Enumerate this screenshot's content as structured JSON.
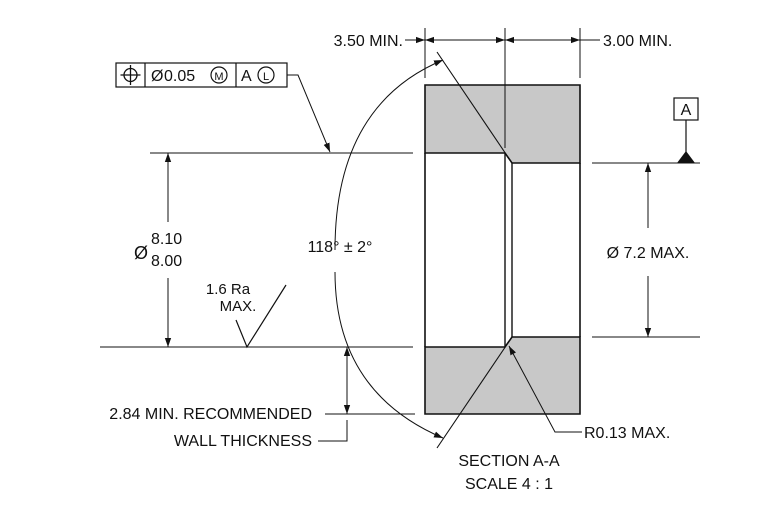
{
  "dims": {
    "top_left": "3.50 MIN.",
    "top_right": "3.00 MIN.",
    "dia_prefix": "Ø",
    "dia_upper": "8.10",
    "dia_lower": "8.00",
    "dia_right": "Ø 7.2 MAX.",
    "angle": "118° ± 2°",
    "radius": "R0.13 MAX."
  },
  "gdt": {
    "position_symbol": "⌖",
    "tolerance_prefix": "Ø",
    "tolerance_value": "0.05",
    "material_modifier": "M",
    "datum_ref": "A",
    "datum_modifier": "L"
  },
  "datum": {
    "label": "A"
  },
  "surface_finish": {
    "line1": "1.6 Ra",
    "line2": "MAX."
  },
  "wall_note": {
    "line1": "2.84 MIN. RECOMMENDED",
    "line2": "WALL THICKNESS"
  },
  "section": {
    "line1": "SECTION A-A",
    "line2": "SCALE 4 : 1"
  },
  "colors": {
    "section_fill": "#c8c8c8",
    "line": "#111111",
    "background": "#ffffff"
  }
}
